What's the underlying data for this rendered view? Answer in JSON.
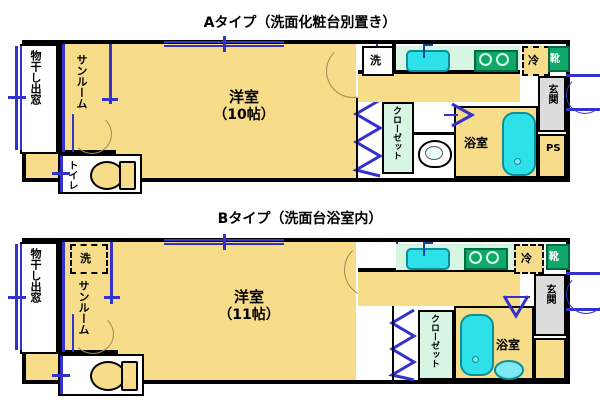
{
  "plans": [
    {
      "id": "type-a",
      "title": "Aタイプ（洗面化粧台別置き）",
      "main_room": {
        "name": "洋室",
        "size": "（10帖）"
      },
      "labels": {
        "bay_window": "物干し出窓",
        "sunroom": "サンルーム",
        "toilet": "トイレ",
        "closet": "クローゼット",
        "bathroom": "浴室",
        "entrance": "玄関",
        "washer": "洗",
        "fridge": "冷",
        "shoes": "靴",
        "pipe_space": "PS"
      }
    },
    {
      "id": "type-b",
      "title": "Bタイプ（洗面台浴室内）",
      "main_room": {
        "name": "洋室",
        "size": "（11帖）"
      },
      "labels": {
        "bay_window": "物干し出窓",
        "sunroom": "サンルーム",
        "toilet": "トイレ",
        "closet": "クローゼット",
        "bathroom": "浴室",
        "entrance": "玄関",
        "washer": "洗",
        "fridge": "冷",
        "shoes": "靴"
      }
    }
  ],
  "colors": {
    "room_floor": "#f7dd8a",
    "wall": "#000000",
    "water_fixture": "#2ee0e8",
    "kitchen_counter": "#d6f5e3",
    "stove": "#10a86a",
    "window_blue": "#3333cc",
    "entrance_gray": "#dcdcdc",
    "background": "#ffffff"
  }
}
